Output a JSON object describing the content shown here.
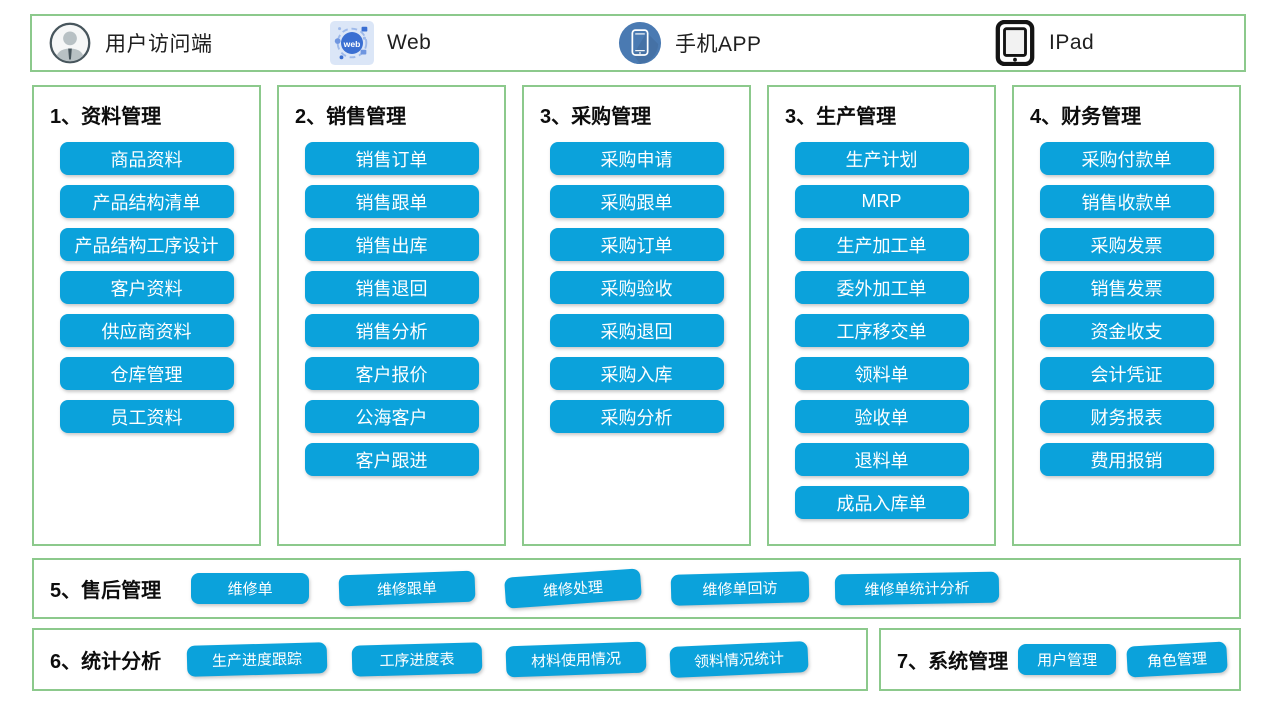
{
  "colors": {
    "button_blue": "#0ba2db",
    "border_green": "#8cc98c",
    "button_text": "#ffffff",
    "phone_icon_blue": "#4a7ab2",
    "web_icon_blue": "#3a6fd2"
  },
  "top_bar": {
    "items": [
      {
        "label": "用户访问端",
        "icon": "user-icon"
      },
      {
        "label": "Web",
        "icon": "web-icon"
      },
      {
        "label": "手机APP",
        "icon": "phone-icon"
      },
      {
        "label": "IPad",
        "icon": "tablet-icon"
      }
    ]
  },
  "columns": [
    {
      "title": "1、资料管理",
      "items": [
        "商品资料",
        "产品结构清单",
        "产品结构工序设计",
        "客户资料",
        "供应商资料",
        "仓库管理",
        "员工资料"
      ]
    },
    {
      "title": "2、销售管理",
      "items": [
        "销售订单",
        "销售跟单",
        "销售出库",
        "销售退回",
        "销售分析",
        "客户报价",
        "公海客户",
        "客户跟进"
      ]
    },
    {
      "title": "3、采购管理",
      "items": [
        "采购申请",
        "采购跟单",
        "采购订单",
        "采购验收",
        "采购退回",
        "采购入库",
        "采购分析"
      ]
    },
    {
      "title": "3、生产管理",
      "items": [
        "生产计划",
        "MRP",
        "生产加工单",
        "委外加工单",
        "工序移交单",
        "领料单",
        "验收单",
        "退料单",
        "成品入库单"
      ]
    },
    {
      "title": "4、财务管理",
      "items": [
        "采购付款单",
        "销售收款单",
        "采购发票",
        "销售发票",
        "资金收支",
        "会计凭证",
        "财务报表",
        "费用报销"
      ]
    }
  ],
  "rows": [
    {
      "title": "5、售后管理",
      "items": [
        "维修单",
        "维修跟单",
        "维修处理",
        "维修单回访",
        "维修单统计分析"
      ]
    },
    {
      "title": "6、统计分析",
      "items": [
        "生产进度跟踪",
        "工序进度表",
        "材料使用情况",
        "领料情况统计"
      ]
    },
    {
      "title": "7、系统管理",
      "items": [
        "用户管理",
        "角色管理"
      ]
    }
  ]
}
